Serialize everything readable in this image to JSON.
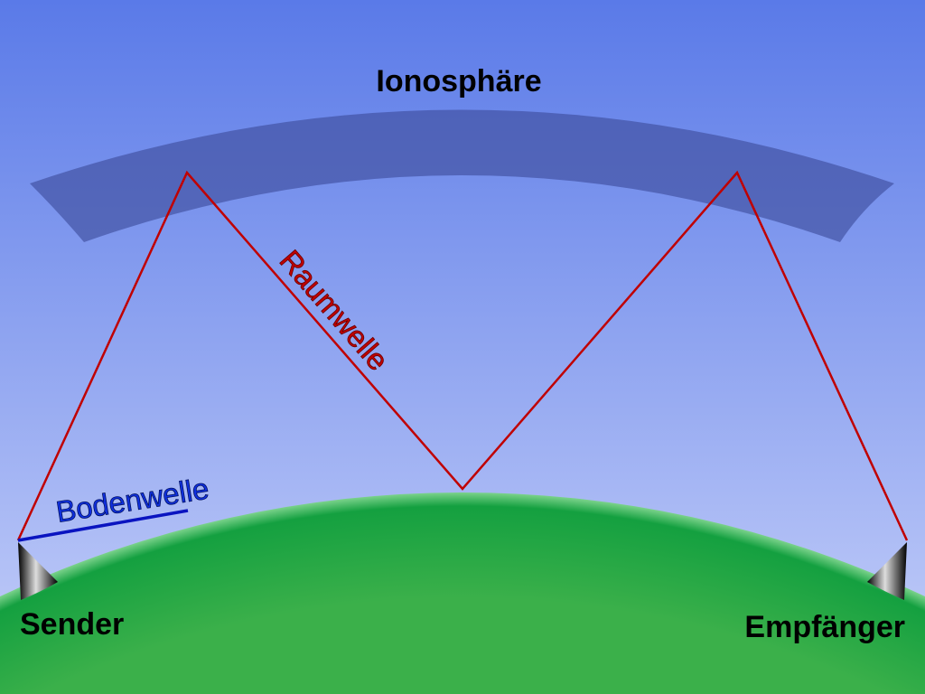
{
  "labels": {
    "ionosphere": "Ionosphäre",
    "sky_wave": "Raumwelle",
    "ground_wave": "Bodenwelle",
    "sender": "Sender",
    "receiver": "Empfänger"
  },
  "colors": {
    "sky_top": "#5a7ae8",
    "sky_bottom": "#c6d0f9",
    "ionosphere": "#3f4f9e",
    "earth": "#17a03f",
    "sky_wave": "#c00000",
    "ground_wave": "#0a14c0"
  }
}
